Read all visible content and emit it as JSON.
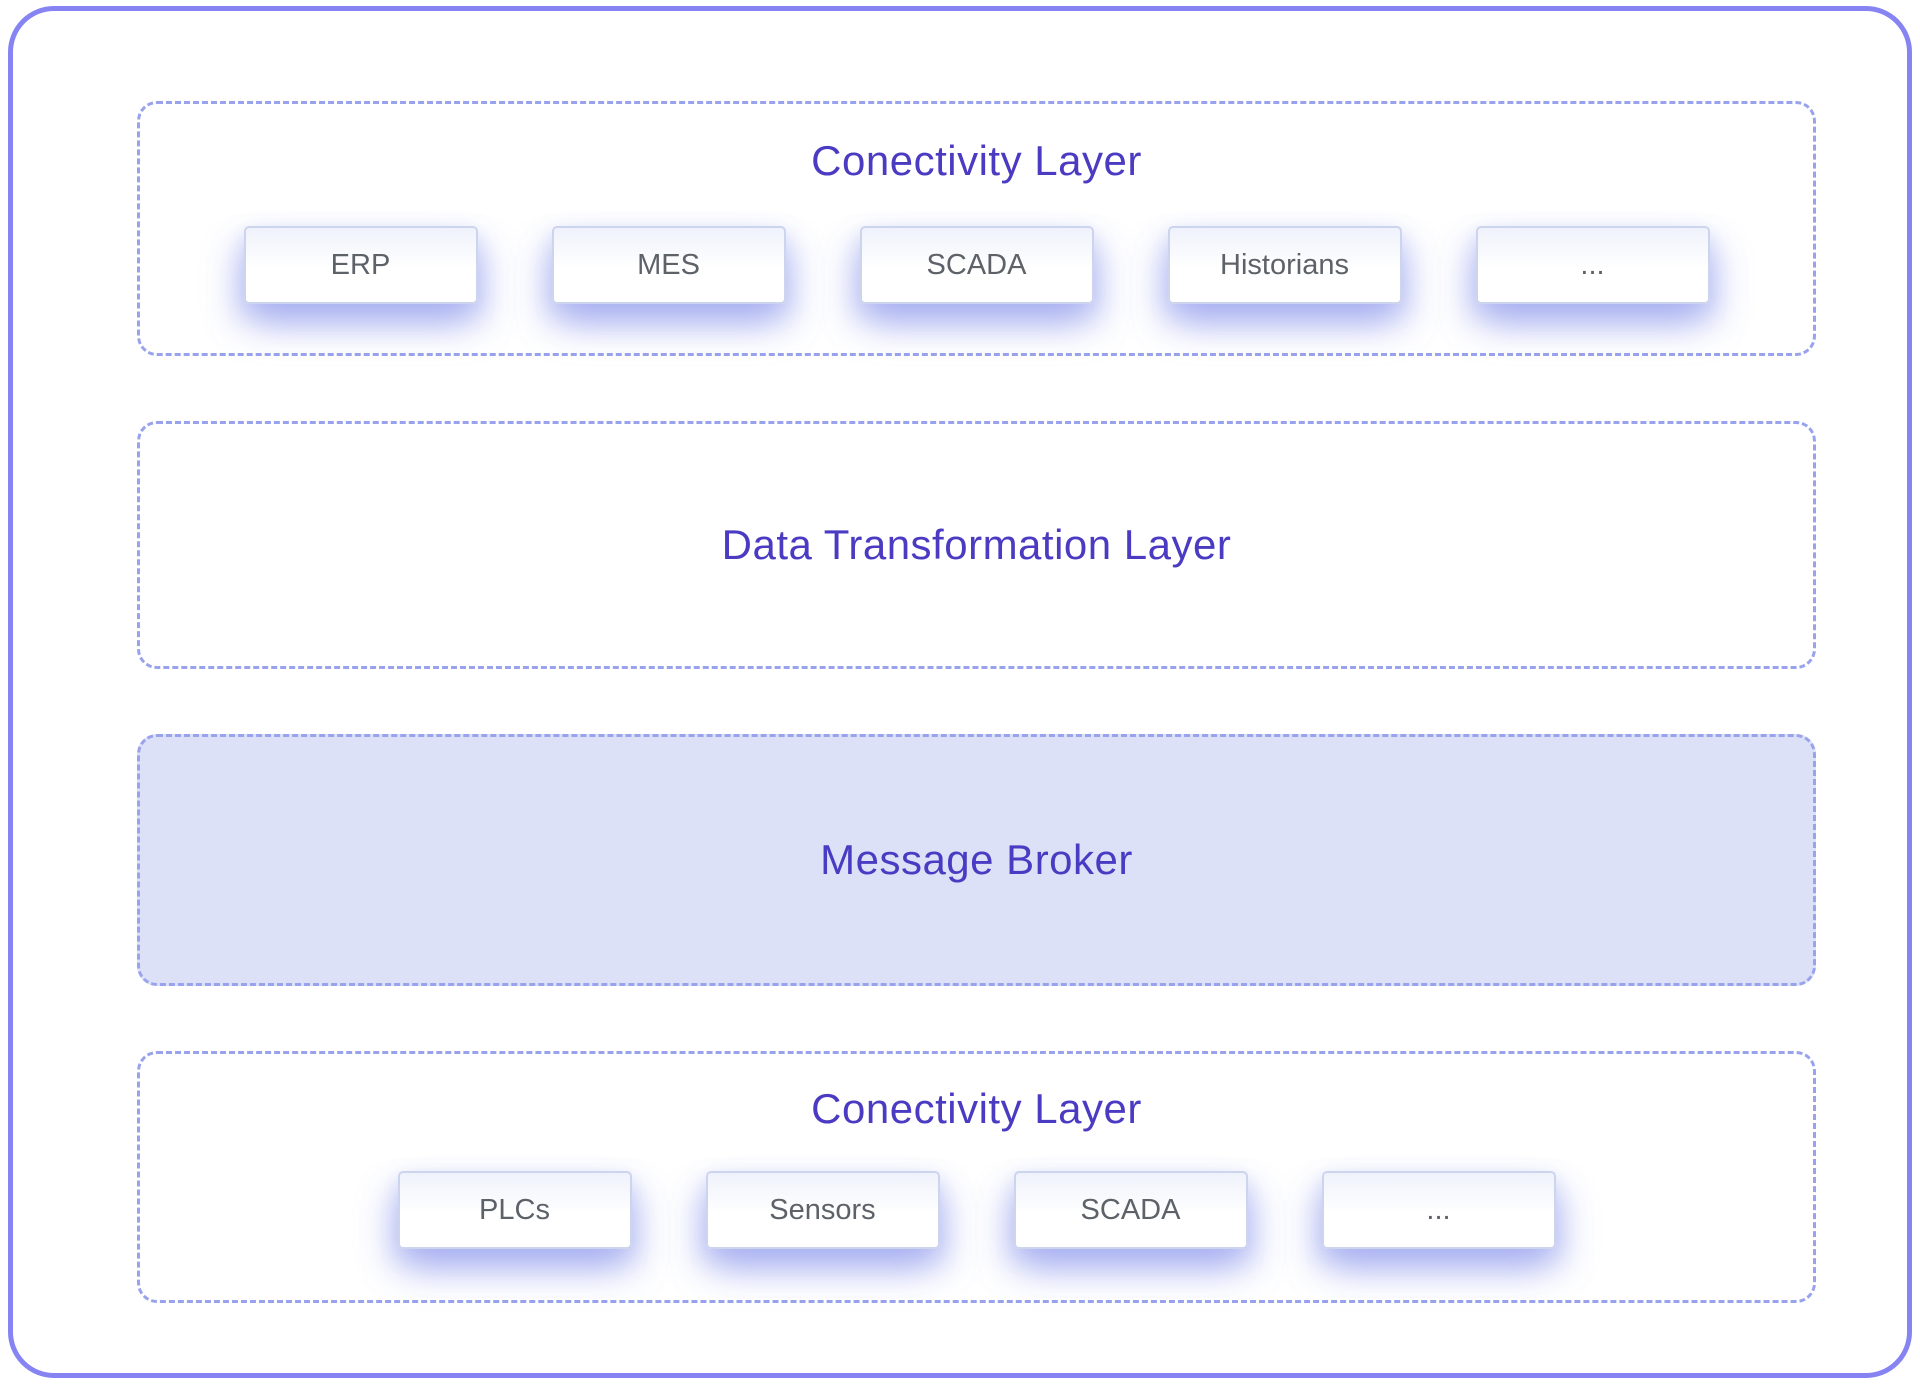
{
  "colors": {
    "frame_border": "#8684f2",
    "layer_dashed_border": "#99a2ec",
    "layer_title_text": "#4a3bc2",
    "message_broker_fill": "#dce1f8",
    "chip_text": "#5d6269",
    "chip_border": "#cdd4ee",
    "chip_glow": "#959fee"
  },
  "layers": [
    {
      "title": "Conectivity Layer",
      "items": [
        "ERP",
        "MES",
        "SCADA",
        "Historians",
        "..."
      ]
    },
    {
      "title": "Data Transformation Layer",
      "items": []
    },
    {
      "title": "Message Broker",
      "items": []
    },
    {
      "title": "Conectivity Layer",
      "items": [
        "PLCs",
        "Sensors",
        "SCADA",
        "..."
      ]
    }
  ]
}
